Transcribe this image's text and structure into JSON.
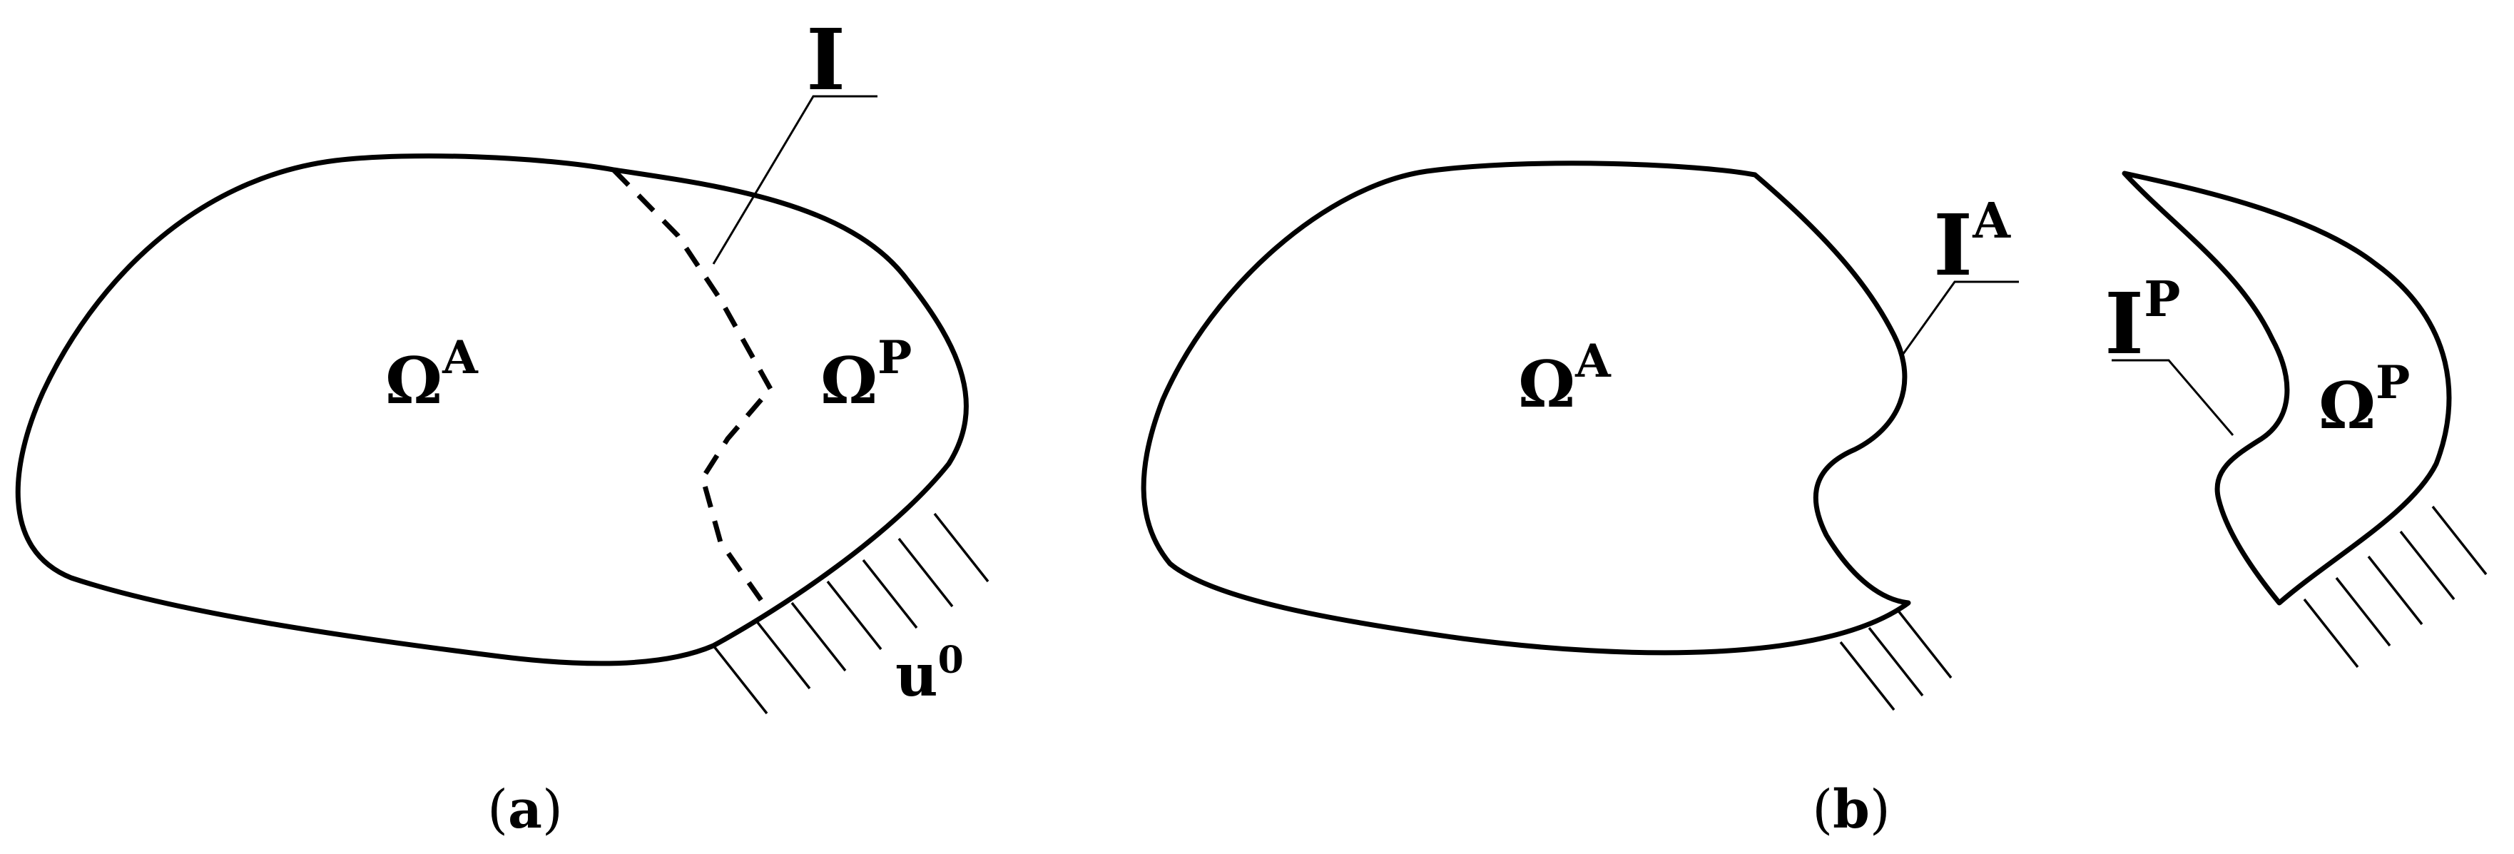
{
  "panel_a": {
    "domain_active": {
      "main": "Ω",
      "sup": "A"
    },
    "domain_passive": {
      "main": "Ω",
      "sup": "P"
    },
    "interface": {
      "main": "I"
    },
    "boundary_condition": {
      "main": "u",
      "sup": "0"
    },
    "caption": {
      "open": "(",
      "letter": "a",
      "close": ")"
    }
  },
  "panel_b": {
    "domain_active": {
      "main": "Ω",
      "sup": "A"
    },
    "domain_passive": {
      "main": "Ω",
      "sup": "P"
    },
    "interface_active": {
      "main": "I",
      "sup": "A"
    },
    "interface_passive": {
      "main": "I",
      "sup": "P"
    },
    "caption": {
      "open": "(",
      "letter": "b",
      "close": ")"
    }
  }
}
